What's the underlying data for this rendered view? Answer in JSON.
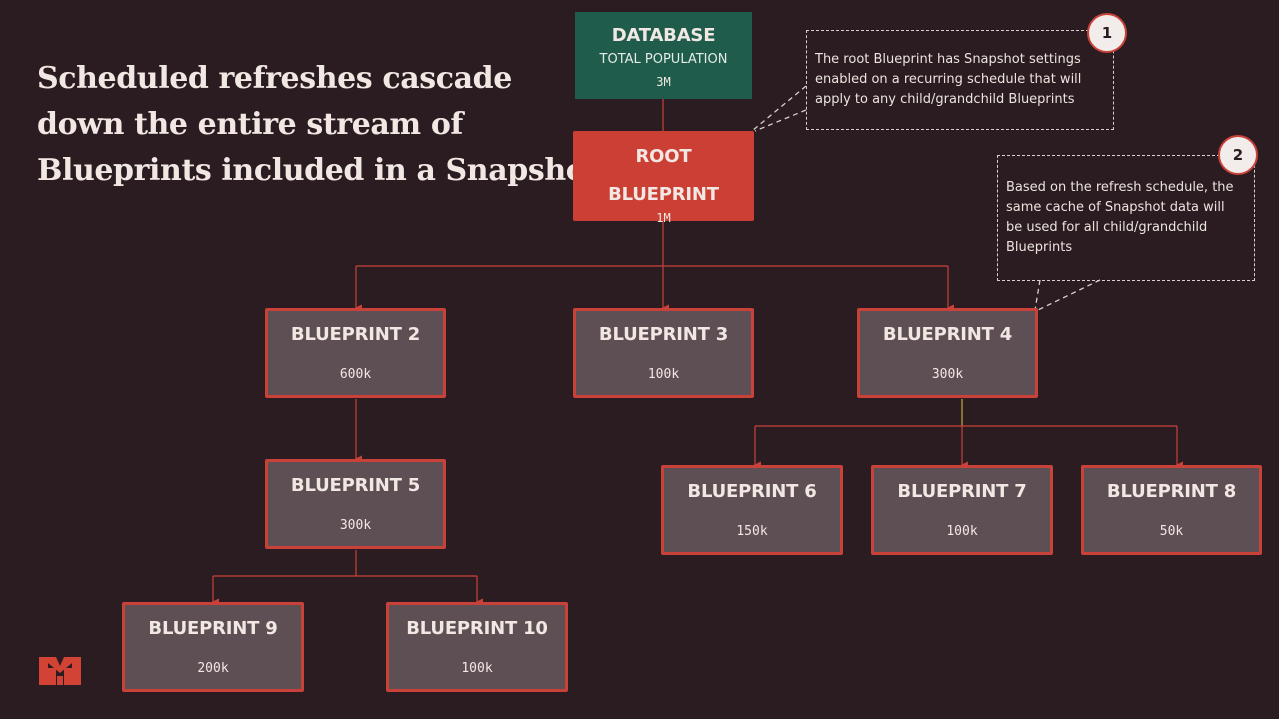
{
  "headline": {
    "line1": "Scheduled refreshes cascade",
    "line2": "down the entire stream of",
    "line3": "Blueprints included in a Snapshot"
  },
  "database": {
    "title": "DATABASE",
    "subtitle": "TOTAL POPULATION",
    "count": "3M"
  },
  "root": {
    "title_line1": "ROOT",
    "title_line2": "BLUEPRINT",
    "count": "1M"
  },
  "blueprints": [
    {
      "title": "BLUEPRINT 2",
      "count": "600k"
    },
    {
      "title": "BLUEPRINT 3",
      "count": "100k"
    },
    {
      "title": "BLUEPRINT 4",
      "count": "300k"
    },
    {
      "title": "BLUEPRINT 5",
      "count": "300k"
    },
    {
      "title": "BLUEPRINT 6",
      "count": "150k"
    },
    {
      "title": "BLUEPRINT 7",
      "count": "100k"
    },
    {
      "title": "BLUEPRINT 8",
      "count": "50k"
    },
    {
      "title": "BLUEPRINT 9",
      "count": "200k"
    },
    {
      "title": "BLUEPRINT 10",
      "count": "100k"
    }
  ],
  "callouts": [
    {
      "number": "1",
      "lines": [
        "The root Blueprint has Snapshot settings",
        "enabled on a recurring schedule that will",
        "apply to any child/grandchild Blueprints"
      ]
    },
    {
      "number": "2",
      "lines": [
        "Based on the refresh schedule, the",
        "same cache of Snapshot data will",
        "be used for all child/grandchild",
        "Blueprints"
      ]
    }
  ],
  "colors": {
    "background": "#2a1c20",
    "database": "#1f5c4b",
    "root": "#cc3f35",
    "blueprint_fill": "#5e4f55",
    "accent": "#c9423a"
  },
  "logo_icon": "company-logo-icon"
}
